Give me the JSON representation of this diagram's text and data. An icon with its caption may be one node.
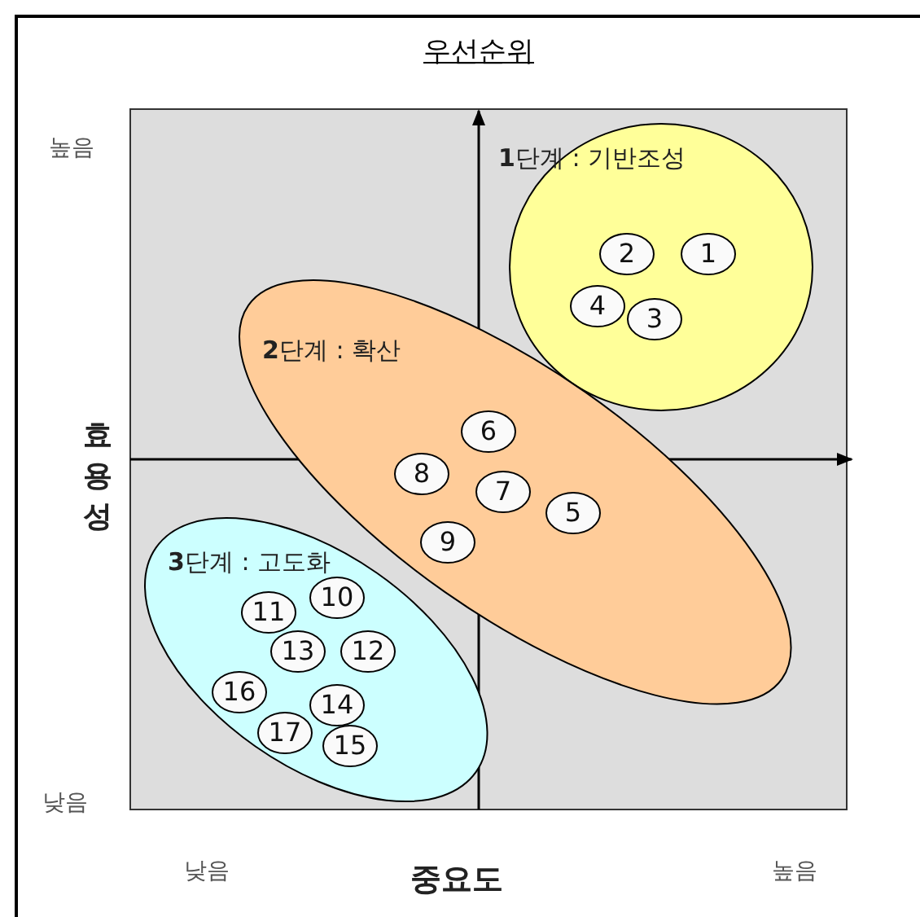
{
  "diagram": {
    "title": "우선순위",
    "nodes": [
      {
        "text": [
          "**1**단계 : 기반조성"
        ]
      },
      {
        "text": [
          "2"
        ],
        "in": 0
      },
      {
        "text": [
          "1"
        ],
        "in": 0
      },
      {
        "text": [
          "4"
        ],
        "in": 0
      },
      {
        "text": [
          "3"
        ],
        "in": 0
      },
      {
        "text": [
          "**2**단계 : 확산"
        ]
      },
      {
        "text": [
          "6"
        ],
        "in": 5
      },
      {
        "text": [
          "8"
        ],
        "in": 5
      },
      {
        "text": [
          "7"
        ],
        "in": 5
      },
      {
        "text": [
          "5"
        ],
        "in": 5
      },
      {
        "text": [
          "9"
        ],
        "in": 5
      },
      {
        "text": [
          "**3**단계 : 고도화"
        ]
      },
      {
        "text": [
          "10"
        ],
        "in": 11
      },
      {
        "text": [
          "11"
        ],
        "in": 11
      },
      {
        "text": [
          "13"
        ],
        "in": 11
      },
      {
        "text": [
          "12"
        ],
        "in": 11
      },
      {
        "text": [
          "16"
        ],
        "in": 11
      },
      {
        "text": [
          "14"
        ],
        "in": 11
      },
      {
        "text": [
          "17"
        ],
        "in": 11
      },
      {
        "text": [
          "15"
        ],
        "in": 11
      }
    ],
    "edges": [],
    "labels": [
      "높음",
      "효용성",
      "낮음",
      "낮음",
      "중요도",
      "높음"
    ]
  }
}
